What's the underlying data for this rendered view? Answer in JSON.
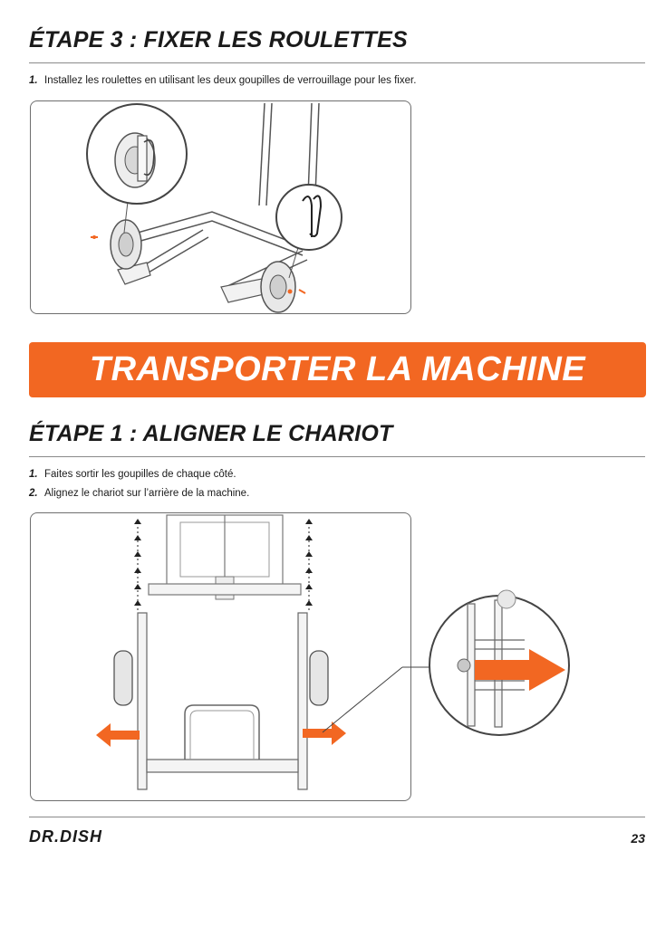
{
  "section1": {
    "heading": "ÉTAPE 3 : FIXER LES ROULETTES",
    "steps": [
      {
        "num": "1.",
        "text": "Installez les roulettes en utilisant les deux goupilles de verrouillage pour les fixer."
      }
    ]
  },
  "banner": {
    "title": "TRANSPORTER LA MACHINE"
  },
  "section2": {
    "heading": "ÉTAPE 1 : ALIGNER LE CHARIOT",
    "steps": [
      {
        "num": "1.",
        "text": "Faites sortir les goupilles de chaque côté."
      },
      {
        "num": "2.",
        "text": "Alignez le chariot sur l’arrière de la machine."
      }
    ]
  },
  "footer": {
    "brand": "DR.DISH",
    "page": "23"
  },
  "colors": {
    "accent": "#f26722",
    "text": "#1a1a1a",
    "rule": "#8a8a8a"
  }
}
